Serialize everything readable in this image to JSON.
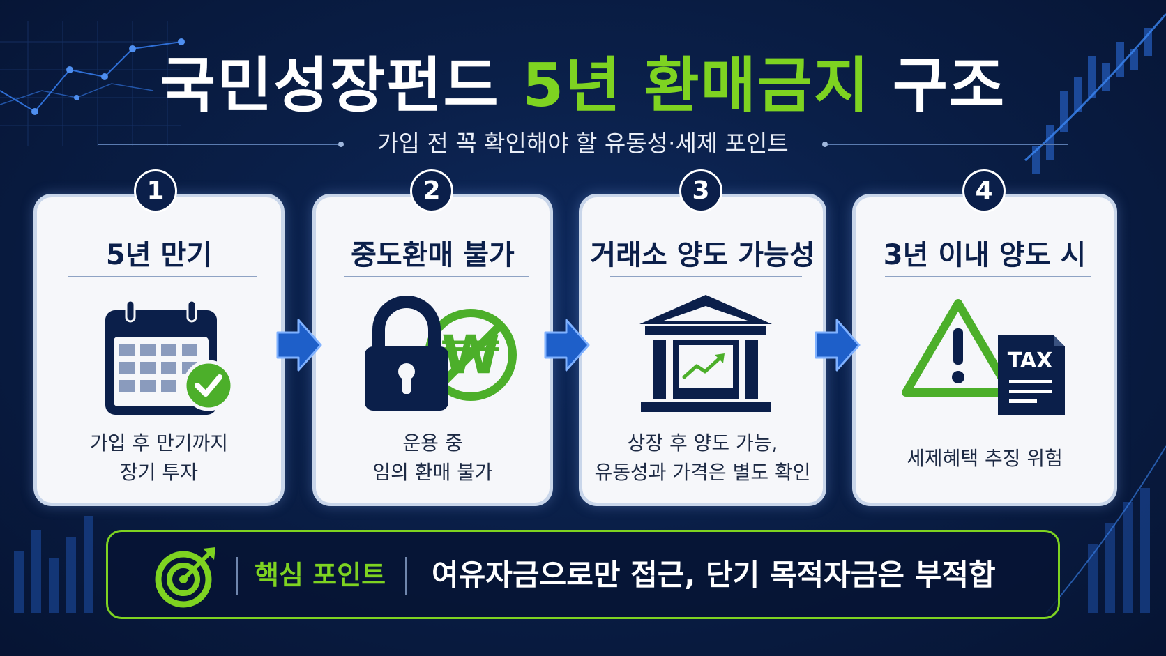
{
  "header": {
    "title_part1": "국민성장펀드",
    "title_highlight": "5년 환매금지",
    "title_part2": "구조",
    "subtitle": "가입 전 꼭 확인해야 할 유동성·세제 포인트"
  },
  "steps": [
    {
      "number": "1",
      "title": "5년 만기",
      "desc": [
        "가입 후 만기까지",
        "장기 투자"
      ],
      "icon": "calendar-check-icon"
    },
    {
      "number": "2",
      "title": "중도환매 불가",
      "desc": [
        "운용 중",
        "임의 환매 불가"
      ],
      "icon": "lock-no-won-icon"
    },
    {
      "number": "3",
      "title": "거래소 양도 가능성",
      "desc": [
        "상장 후 양도 가능,",
        "유동성과 가격은 별도 확인"
      ],
      "icon": "exchange-building-icon"
    },
    {
      "number": "4",
      "title": "3년 이내 양도 시",
      "desc": [
        "세제혜택 추징 위험"
      ],
      "icon": "warning-tax-icon"
    }
  ],
  "icons": {
    "won_symbol": "₩",
    "tax_label": "TAX"
  },
  "key_point": {
    "label": "핵심 포인트",
    "text": "여유자금으로만 접근, 단기 목적자금은 부적합"
  },
  "colors": {
    "background": "#0a1f48",
    "accent_green": "#7ed321",
    "navy": "#0b1f4a",
    "card": "#f6f7fa"
  }
}
